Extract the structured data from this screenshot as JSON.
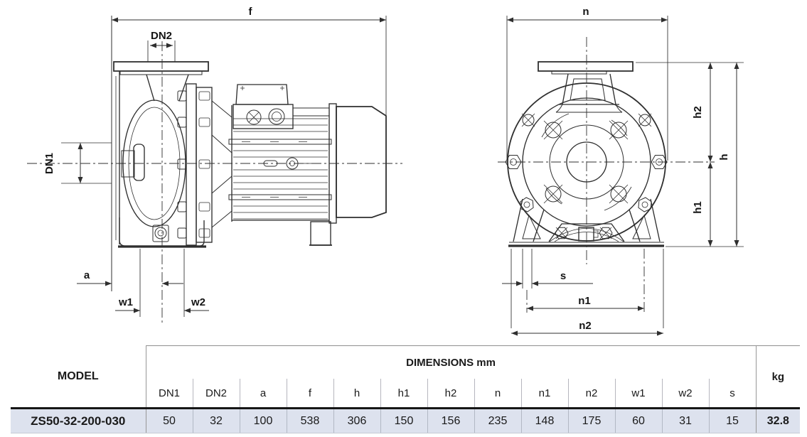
{
  "drawing": {
    "side_view": {
      "labels": {
        "f": "f",
        "dn2": "DN2",
        "dn1": "DN1",
        "a": "a",
        "w1": "w1",
        "w2": "w2"
      }
    },
    "front_view": {
      "labels": {
        "n": "n",
        "h2": "h2",
        "h": "h",
        "h1": "h1",
        "s": "s",
        "n1": "n1",
        "n2": "n2"
      }
    }
  },
  "table": {
    "model_header": "MODEL",
    "dimensions_header": "DIMENSIONS mm",
    "kg_header": "kg",
    "columns": [
      "DN1",
      "DN2",
      "a",
      "f",
      "h",
      "h1",
      "h2",
      "n",
      "n1",
      "n2",
      "w1",
      "w2",
      "s"
    ],
    "rows": [
      {
        "model": "ZS50-32-200-030",
        "values": [
          "50",
          "32",
          "100",
          "538",
          "306",
          "150",
          "156",
          "235",
          "148",
          "175",
          "60",
          "31",
          "15"
        ],
        "kg": "32.8"
      }
    ]
  },
  "colors": {
    "line": "#2f2f2f",
    "row_background": "#dde2ee",
    "heavy_rule": "#161616",
    "light_rule": "#b2b8c4"
  }
}
